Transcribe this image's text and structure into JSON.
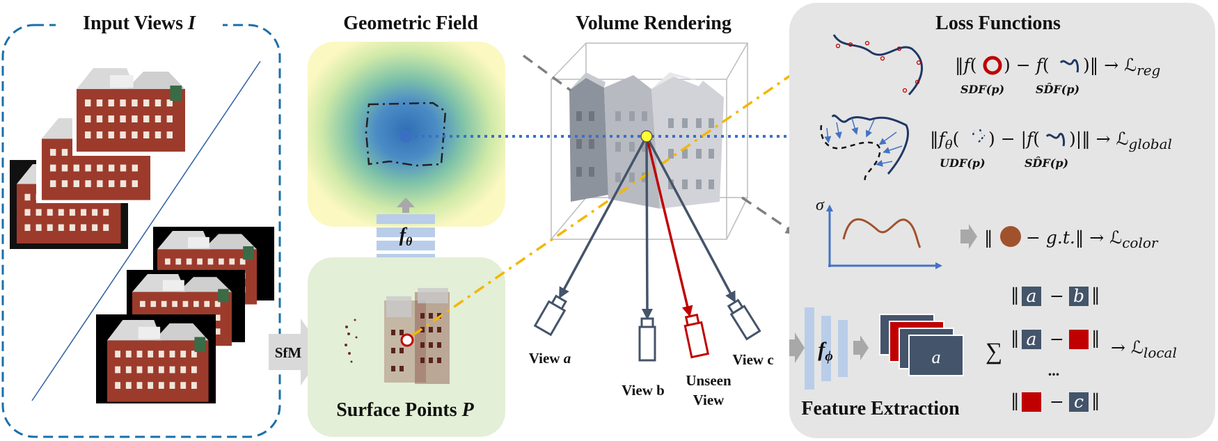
{
  "panels": {
    "input_views": {
      "title": "Input Views ",
      "title_symbol": "I"
    },
    "geometric_field": {
      "title": "Geometric Field",
      "network_label": "f",
      "network_sub": "θ"
    },
    "surface_points": {
      "title": "Surface Points ",
      "title_symbol": "P"
    },
    "sfm_label": "SfM",
    "volume_rendering": {
      "title": "Volume Rendering",
      "views": [
        "View a",
        "View b",
        "Unseen View",
        "View c"
      ],
      "view_a_prefix": "View ",
      "view_a_symbol": "a",
      "view_b": "View b",
      "unseen_line1": "Unseen",
      "unseen_line2": "View",
      "view_c": "View c"
    },
    "feature_extraction": {
      "title": "Feature Extraction",
      "network_label": "f",
      "network_sub": "ϕ",
      "map_letter": "a"
    },
    "loss_functions": {
      "title": "Loss Functions",
      "reg": {
        "bars_open": "‖",
        "f1": "f",
        "f2": "f",
        "bars_close": "‖",
        "arrow": "→",
        "loss": "ℒ",
        "loss_sub": "reg",
        "sub1": "SDF(p)",
        "sub2": "SD̂F(p)"
      },
      "global": {
        "f1": "f",
        "f1_sub": "θ",
        "loss": "ℒ",
        "loss_sub": "global",
        "sub1": "UDF(p)",
        "sub2": "SD̂F(p)"
      },
      "color": {
        "sigma": "σ",
        "gt": "g.t.",
        "loss": "ℒ",
        "loss_sub": "color"
      },
      "local": {
        "sum": "∑",
        "a": "a",
        "b": "b",
        "c": "c",
        "dots": "...",
        "loss": "ℒ",
        "loss_sub": "local"
      }
    }
  },
  "colors": {
    "blue_dashed": "#1a6fa8",
    "field_yellow": "#fbf8c2",
    "field_green": "#7ecaa0",
    "field_blue": "#3f86c4",
    "surface_panel": "#e3efd6",
    "loss_panel": "#e5e5e5",
    "network_blue": "#b9cde9",
    "arrow_gray": "#a8a8a8",
    "orange": "#f2b705",
    "point_blue": "#3b6fc4",
    "slate": "#44546a",
    "red": "#c00000",
    "curve_brown": "#a0522d",
    "axis_blue": "#4472c4"
  }
}
